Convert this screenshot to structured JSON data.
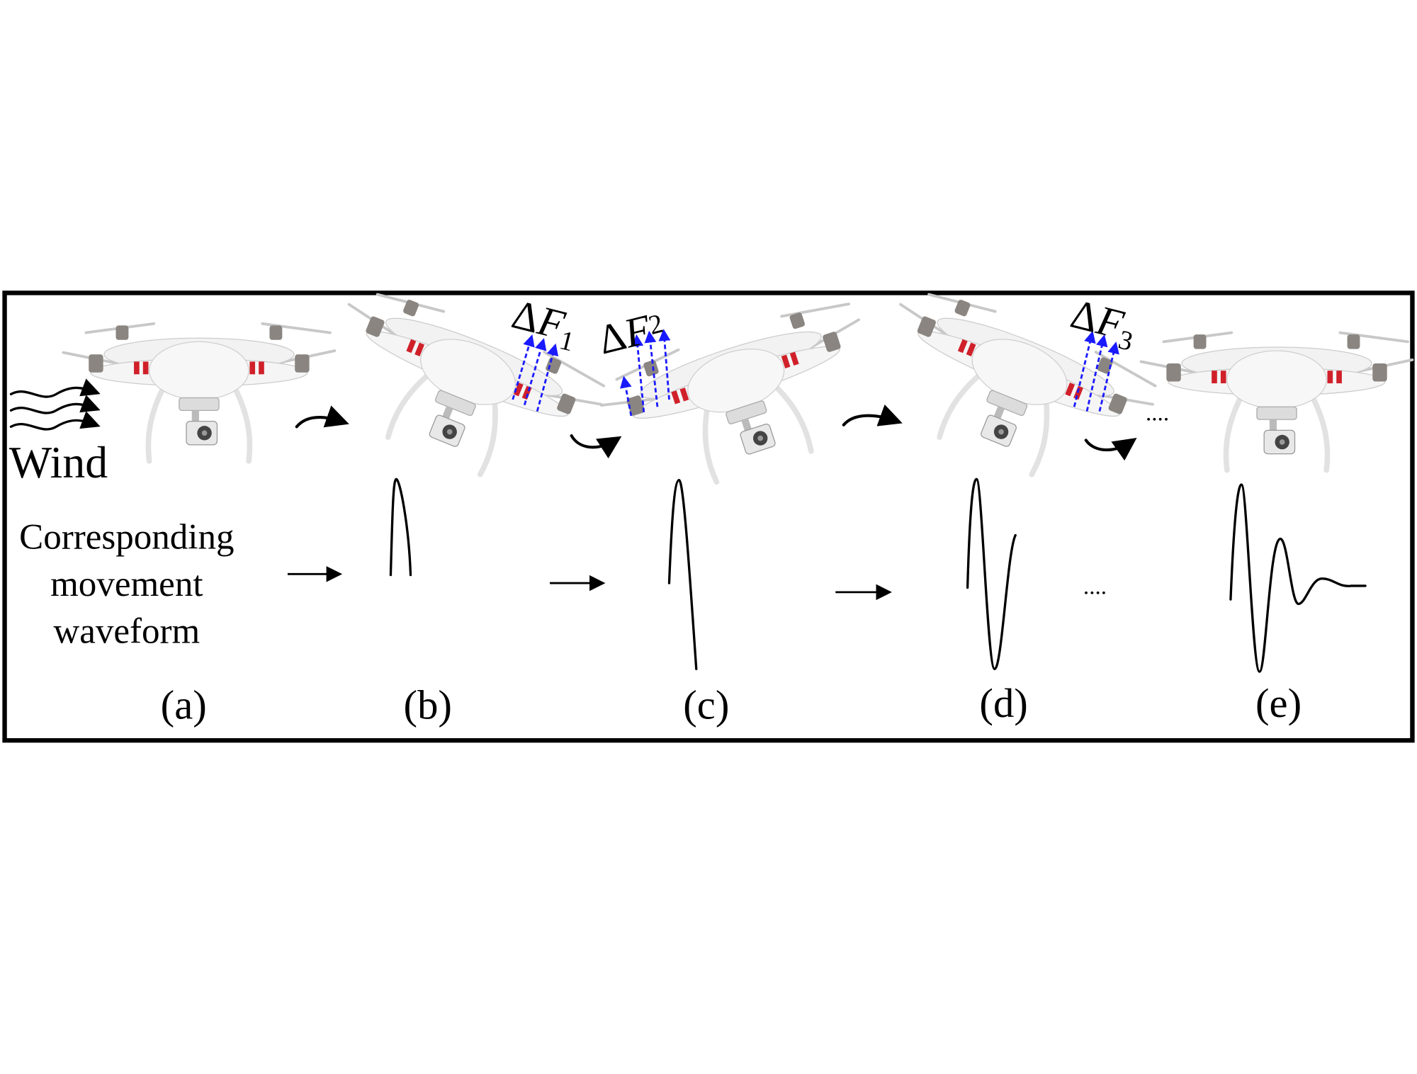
{
  "figure": {
    "wind_label": "Wind",
    "waveform_label_lines": [
      "Corresponding",
      "movement",
      "waveform"
    ],
    "panel_labels": [
      "(a)",
      "(b)",
      "(c)",
      "(d)",
      "(e)"
    ],
    "force_labels": [
      {
        "delta": "Δ",
        "symbol": "F",
        "subscript": "1"
      },
      {
        "delta": "Δ",
        "symbol": "F",
        "subscript": "2"
      },
      {
        "delta": "Δ",
        "symbol": "F",
        "subscript": "3"
      }
    ],
    "ellipsis": "....",
    "colors": {
      "force_arrows": "#1a1aff",
      "drone_accent": "#d0202a",
      "frame": "#000000"
    }
  }
}
